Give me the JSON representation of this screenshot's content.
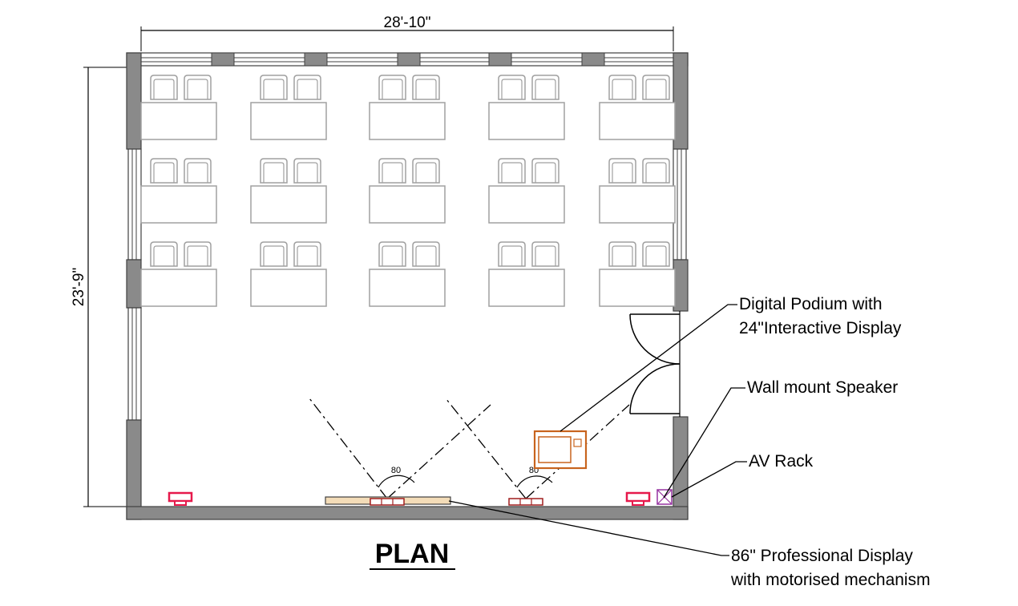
{
  "dimensions": {
    "width_label": "28'-10\"",
    "height_label": "23'-9\""
  },
  "title": "PLAN",
  "callouts": {
    "podium": {
      "line1": "Digital Podium with",
      "line2": "24\"Interactive Display"
    },
    "speaker": {
      "line1": "Wall mount Speaker"
    },
    "rack": {
      "line1": "AV Rack"
    },
    "display": {
      "line1": "86\" Professional Display",
      "line2": "with motorised mechanism"
    }
  },
  "camera_angles": [
    "80",
    "80"
  ],
  "colors": {
    "wall": "#8a8a8a",
    "furniture": "#a0a0a0",
    "podium": "#c8641e",
    "speaker": "#e6194b",
    "camera": "#a01e1e",
    "rack": "#9632a0",
    "display": "#f3dcb8"
  }
}
